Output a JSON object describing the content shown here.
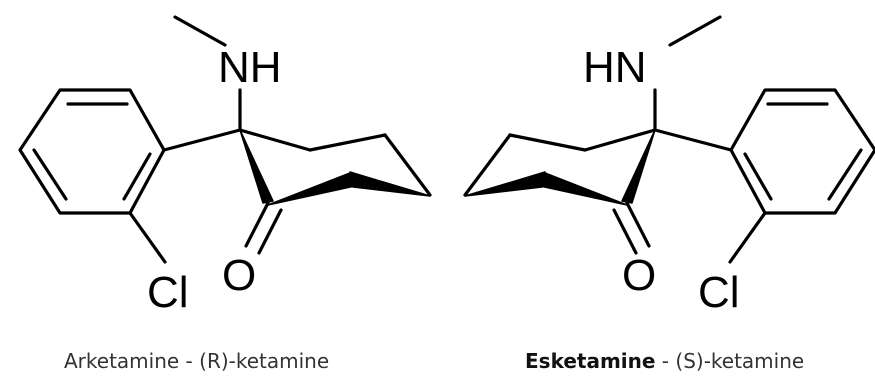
{
  "molecules": {
    "left": {
      "labels": {
        "amine": "NH",
        "oxygen": "O",
        "chlorine": "Cl"
      },
      "caption": {
        "name": "Arketamine",
        "separator": " - ",
        "descriptor": "(R)-ketamine"
      }
    },
    "right": {
      "labels": {
        "amine": "HN",
        "oxygen": "O",
        "chlorine": "Cl"
      },
      "caption": {
        "name": "Esketamine",
        "separator": " - ",
        "descriptor": "(S)-ketamine"
      }
    }
  }
}
